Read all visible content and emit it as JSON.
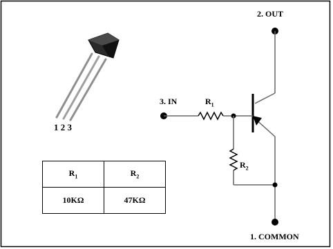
{
  "pin_labels": {
    "out": "2. OUT",
    "in": "3. IN",
    "common": "1. COMMON"
  },
  "package_pins": "1 2 3",
  "circuit_labels": {
    "r1_main": "R",
    "r1_sub": "1",
    "r2_main": "R",
    "r2_sub": "2"
  },
  "resistor_table": {
    "header": [
      {
        "main": "R",
        "sub": "1"
      },
      {
        "main": "R",
        "sub": "2"
      }
    ],
    "values": [
      "10KΩ",
      "47KΩ"
    ]
  },
  "colors": {
    "stroke": "#000000",
    "wire": "#666666",
    "body": "#1a1a1a",
    "leads": "#9a9a9a"
  }
}
